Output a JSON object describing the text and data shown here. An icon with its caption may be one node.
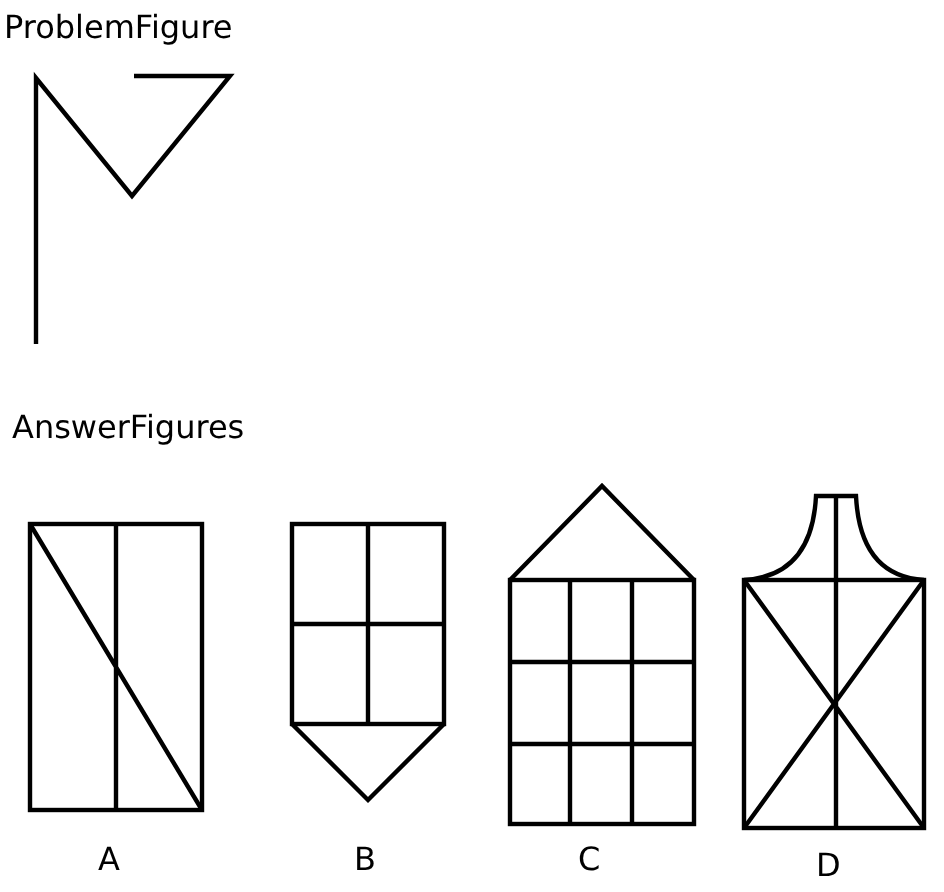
{
  "diagram": {
    "labels": [
      "ProblemFigure",
      "AnswerFigures",
      "A",
      "B",
      "C",
      "D"
    ]
  }
}
